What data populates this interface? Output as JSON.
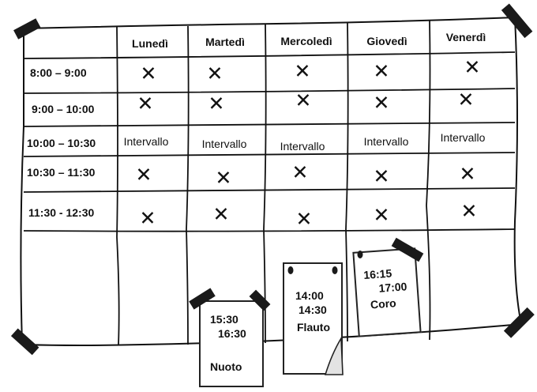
{
  "schedule": {
    "days": [
      "Lunedì",
      "Martedì",
      "Mercoledì",
      "Giovedì",
      "Venerdì"
    ],
    "times": [
      "8:00 – 9:00",
      "9:00 – 10:00",
      "10:00 – 10:30",
      "10:30 – 11:30",
      "11:30 - 12:30"
    ],
    "break_label": "Intervallo",
    "mark": "✕"
  },
  "notes": {
    "nuoto": {
      "start": "15:30",
      "end": "16:30",
      "activity": "Nuoto"
    },
    "flauto": {
      "start": "14:00",
      "end": "14:30",
      "activity": "Flauto"
    },
    "coro": {
      "start": "16:15",
      "end": "17:00",
      "activity": "Coro"
    }
  },
  "colors": {
    "ink": "#111111",
    "tape": "#1a1a1a",
    "paper": "#ffffff"
  }
}
